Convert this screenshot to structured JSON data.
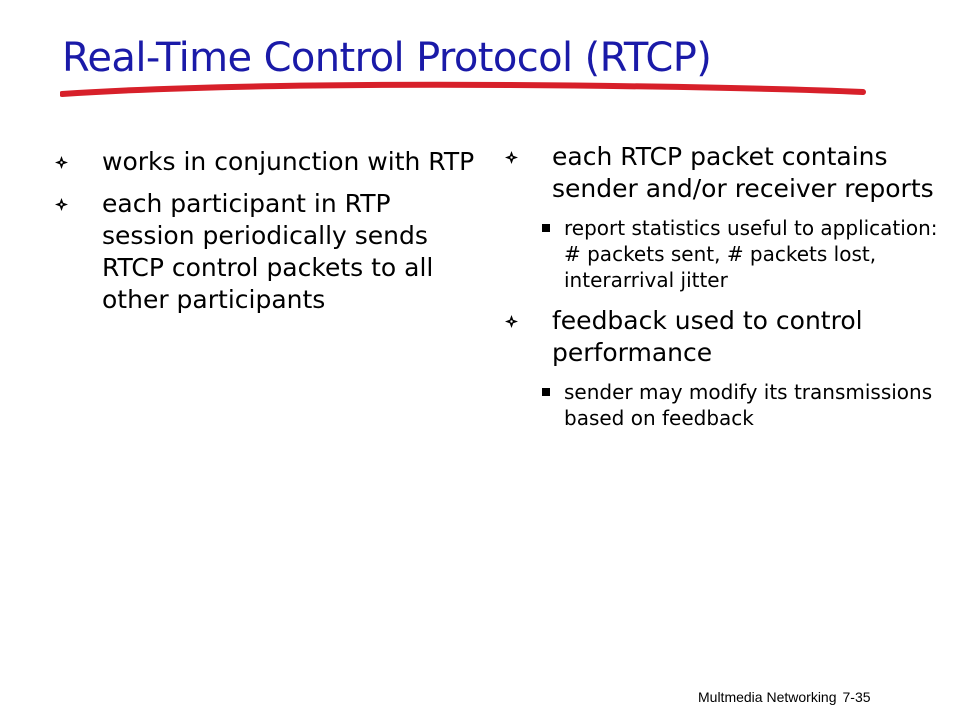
{
  "slide": {
    "title": "Real-Time Control Protocol (RTCP)",
    "colors": {
      "title": "#1a1aa8",
      "underline": "#d7202a",
      "text": "#000000"
    }
  },
  "left_column": {
    "bullets": [
      {
        "icon": "four-diamond-bullet-icon",
        "text": "works in conjunction with RTP"
      },
      {
        "icon": "four-diamond-bullet-icon",
        "text": "each participant in RTP session periodically sends RTCP control packets to all other participants"
      }
    ]
  },
  "right_column": {
    "bullets": [
      {
        "icon": "four-diamond-bullet-icon",
        "text": "each RTCP packet contains sender and/or receiver reports",
        "subs": [
          {
            "icon": "square-bullet-icon",
            "text": "report statistics useful to application: # packets sent, # packets lost, interarrival jitter"
          }
        ]
      },
      {
        "icon": "four-diamond-bullet-icon",
        "text": "feedback used to control performance",
        "subs": [
          {
            "icon": "square-bullet-icon",
            "text": "sender may modify its transmissions based on feedback"
          }
        ]
      }
    ]
  },
  "footer": {
    "label": "Multmedia Networking",
    "page": "7-35"
  }
}
